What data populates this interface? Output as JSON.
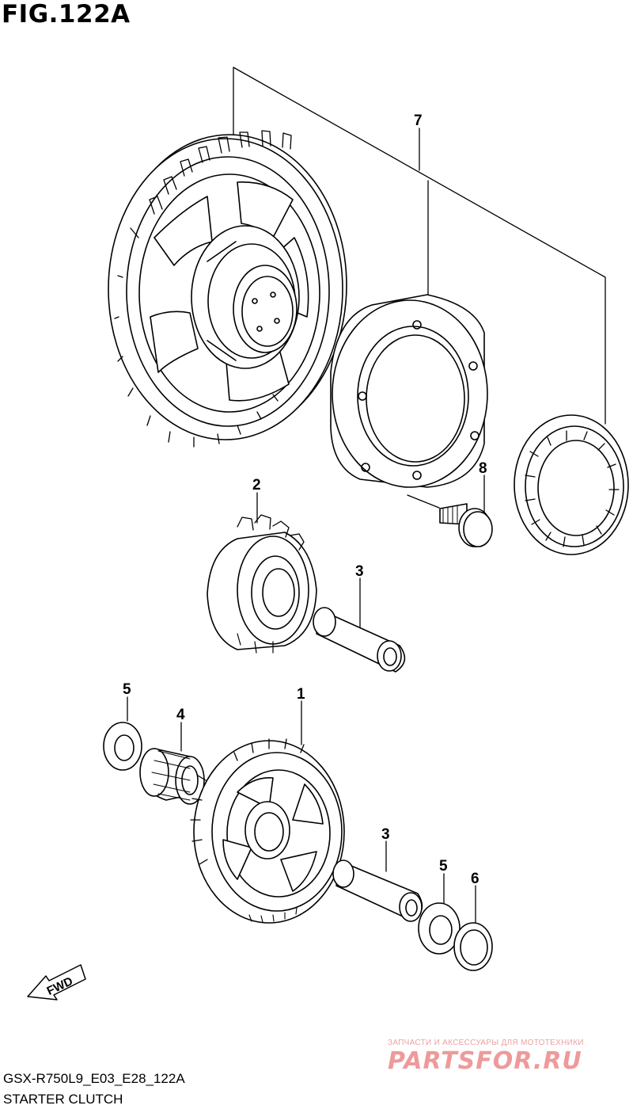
{
  "figure": {
    "title": "FIG.122A"
  },
  "footer": {
    "model_code": "GSX-R750L9_E03_E28_122A",
    "section_name": "STARTER CLUTCH"
  },
  "callouts": [
    {
      "id": "c7",
      "label": "7"
    },
    {
      "id": "c8",
      "label": "8"
    },
    {
      "id": "c2",
      "label": "2"
    },
    {
      "id": "c3a",
      "label": "3"
    },
    {
      "id": "c5a",
      "label": "5"
    },
    {
      "id": "c4",
      "label": "4"
    },
    {
      "id": "c1",
      "label": "1"
    },
    {
      "id": "c3b",
      "label": "3"
    },
    {
      "id": "c5b",
      "label": "5"
    },
    {
      "id": "c6",
      "label": "6"
    }
  ],
  "direction_badge": {
    "text": "FWD"
  },
  "watermark": {
    "tagline": "ЗАПЧАСТИ И АКСЕССУАРЫ ДЛЯ МОТОТЕХНИКИ",
    "logo": "PARTSFOR.RU",
    "color": "#ee9a9a"
  }
}
